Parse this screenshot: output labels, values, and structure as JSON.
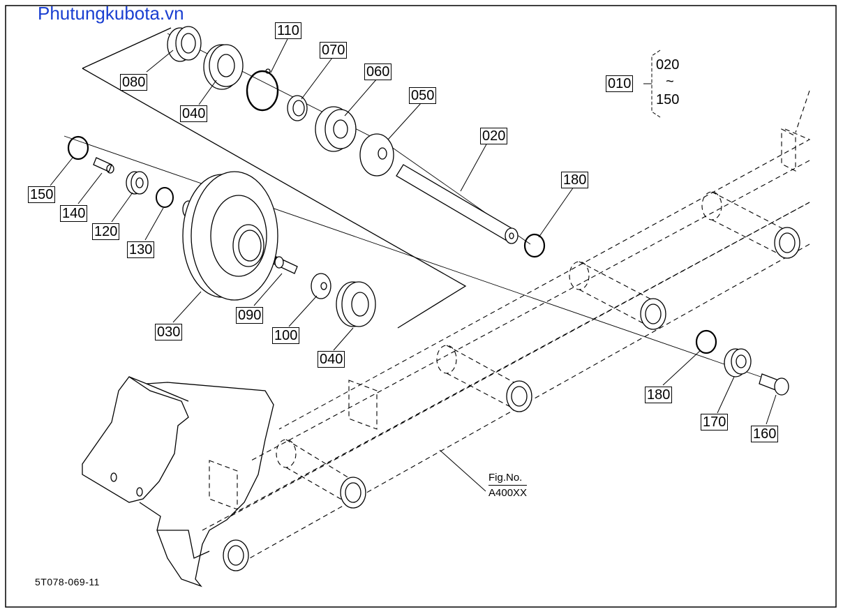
{
  "watermark": "Phutungkubota.vn",
  "reference_code": "5T078-069-11",
  "figure_ref": {
    "line1": "Fig.No.",
    "line2": "A400XX"
  },
  "range_note": {
    "main": "010",
    "from": "020",
    "tilde": "~",
    "to": "150"
  },
  "callouts": {
    "p080": "080",
    "p040_top": "040",
    "p110": "110",
    "p070": "070",
    "p060": "060",
    "p050": "050",
    "p020": "020",
    "p180_top": "180",
    "p150": "150",
    "p140": "140",
    "p120": "120",
    "p130": "130",
    "p030": "030",
    "p090": "090",
    "p100": "100",
    "p040_bottom": "040",
    "p180_bottom": "180",
    "p170": "170",
    "p160": "160"
  }
}
